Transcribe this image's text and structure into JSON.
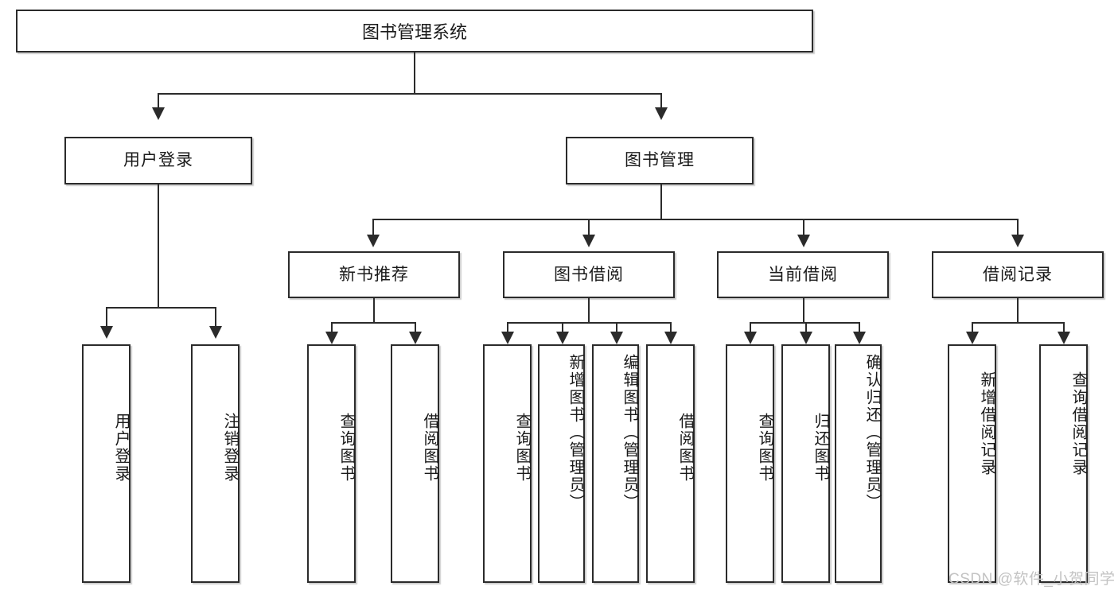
{
  "diagram": {
    "title": "图书管理系统",
    "type": "tree-hierarchy",
    "root": {
      "label": "图书管理系统"
    },
    "level2": [
      {
        "label": "用户登录"
      },
      {
        "label": "图书管理"
      }
    ],
    "level3": [
      {
        "label": "新书推荐"
      },
      {
        "label": "图书借阅"
      },
      {
        "label": "当前借阅"
      },
      {
        "label": "借阅记录"
      }
    ],
    "leaves": {
      "user_login": [
        {
          "label": "用户登录"
        },
        {
          "label": "注销登录"
        }
      ],
      "new_book_recommend": [
        {
          "label": "查询图书"
        },
        {
          "label": "借阅图书"
        }
      ],
      "book_borrow": [
        {
          "label": "查询图书"
        },
        {
          "label": "新增图书（管理员）"
        },
        {
          "label": "编辑图书（管理员）"
        },
        {
          "label": "借阅图书"
        }
      ],
      "current_borrow": [
        {
          "label": "查询图书"
        },
        {
          "label": "归还图书"
        },
        {
          "label": "确认归还（管理员）"
        }
      ],
      "borrow_record": [
        {
          "label": "新增借阅记录"
        },
        {
          "label": "查询借阅记录"
        }
      ]
    }
  },
  "watermark": {
    "text": "CSDN @软件_小贺同学"
  },
  "colors": {
    "border": "#2b2b2b",
    "text": "#1a1a1a",
    "background": "#ffffff",
    "watermark": "#c3c3c3"
  }
}
